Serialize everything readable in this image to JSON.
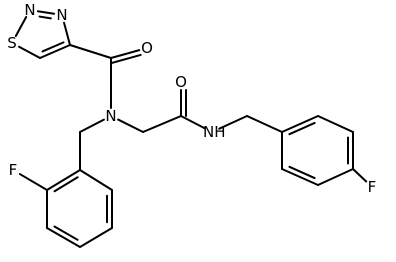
{
  "molecule": {
    "atoms": [
      {
        "id": "S1",
        "element": "S",
        "label": "S"
      },
      {
        "id": "N2",
        "element": "N",
        "label": "N"
      },
      {
        "id": "N3",
        "element": "N",
        "label": "N"
      },
      {
        "id": "C4",
        "element": "C",
        "label": ""
      },
      {
        "id": "C5",
        "element": "C",
        "label": ""
      },
      {
        "id": "C6",
        "element": "C",
        "label": ""
      },
      {
        "id": "O7",
        "element": "O",
        "label": "O"
      },
      {
        "id": "N8",
        "element": "N",
        "label": "N"
      },
      {
        "id": "C9",
        "element": "C",
        "label": ""
      },
      {
        "id": "C10",
        "element": "C",
        "label": ""
      },
      {
        "id": "O11",
        "element": "O",
        "label": "O"
      },
      {
        "id": "N12",
        "element": "N",
        "label": "NH"
      },
      {
        "id": "C13",
        "element": "C",
        "label": ""
      },
      {
        "id": "C14",
        "element": "C",
        "label": ""
      },
      {
        "id": "C15",
        "element": "C",
        "label": ""
      },
      {
        "id": "C16",
        "element": "C",
        "label": ""
      },
      {
        "id": "C17",
        "element": "C",
        "label": ""
      },
      {
        "id": "F18",
        "element": "F",
        "label": "F"
      },
      {
        "id": "C19",
        "element": "C",
        "label": ""
      },
      {
        "id": "C20",
        "element": "C",
        "label": ""
      },
      {
        "id": "C21",
        "element": "C",
        "label": ""
      },
      {
        "id": "C22",
        "element": "C",
        "label": ""
      },
      {
        "id": "F23",
        "element": "F",
        "label": "F"
      },
      {
        "id": "C24",
        "element": "C",
        "label": ""
      },
      {
        "id": "C25",
        "element": "C",
        "label": ""
      },
      {
        "id": "C26",
        "element": "C",
        "label": ""
      },
      {
        "id": "C27",
        "element": "C",
        "label": ""
      },
      {
        "id": "C28",
        "element": "C",
        "label": ""
      }
    ],
    "bonds": [
      {
        "a": "S1",
        "b": "N2",
        "order": 1
      },
      {
        "a": "N2",
        "b": "N3",
        "order": 2
      },
      {
        "a": "N3",
        "b": "C4",
        "order": 1
      },
      {
        "a": "C4",
        "b": "C5",
        "order": 2
      },
      {
        "a": "C5",
        "b": "S1",
        "order": 1
      },
      {
        "a": "C4",
        "b": "C6",
        "order": 1
      },
      {
        "a": "C6",
        "b": "O7",
        "order": 2
      },
      {
        "a": "C6",
        "b": "N8",
        "order": 1
      },
      {
        "a": "N8",
        "b": "C9",
        "order": 1
      },
      {
        "a": "C9",
        "b": "C10",
        "order": 1
      },
      {
        "a": "C10",
        "b": "O11",
        "order": 2
      },
      {
        "a": "C10",
        "b": "N12",
        "order": 1
      },
      {
        "a": "N12",
        "b": "C13",
        "order": 1
      },
      {
        "a": "C13",
        "b": "C14",
        "order": 1
      },
      {
        "a": "C14",
        "b": "C15",
        "order": 2
      },
      {
        "a": "C15",
        "b": "C16",
        "order": 1
      },
      {
        "a": "C16",
        "b": "C17",
        "order": 2
      },
      {
        "a": "C17",
        "b": "F18",
        "order": 1
      },
      {
        "a": "C17",
        "b": "C19",
        "order": 1
      },
      {
        "a": "C19",
        "b": "C20",
        "order": 2
      },
      {
        "a": "C20",
        "b": "C14",
        "order": 1
      },
      {
        "a": "N8",
        "b": "C21",
        "order": 1
      },
      {
        "a": "C21",
        "b": "C22",
        "order": 1
      },
      {
        "a": "C22",
        "b": "C24",
        "order": 2
      },
      {
        "a": "C24",
        "b": "F23",
        "order": 1
      },
      {
        "a": "C24",
        "b": "C25",
        "order": 1
      },
      {
        "a": "C25",
        "b": "C26",
        "order": 2
      },
      {
        "a": "C26",
        "b": "C27",
        "order": 1
      },
      {
        "a": "C27",
        "b": "C28",
        "order": 2
      },
      {
        "a": "C28",
        "b": "C22",
        "order": 1
      }
    ]
  }
}
